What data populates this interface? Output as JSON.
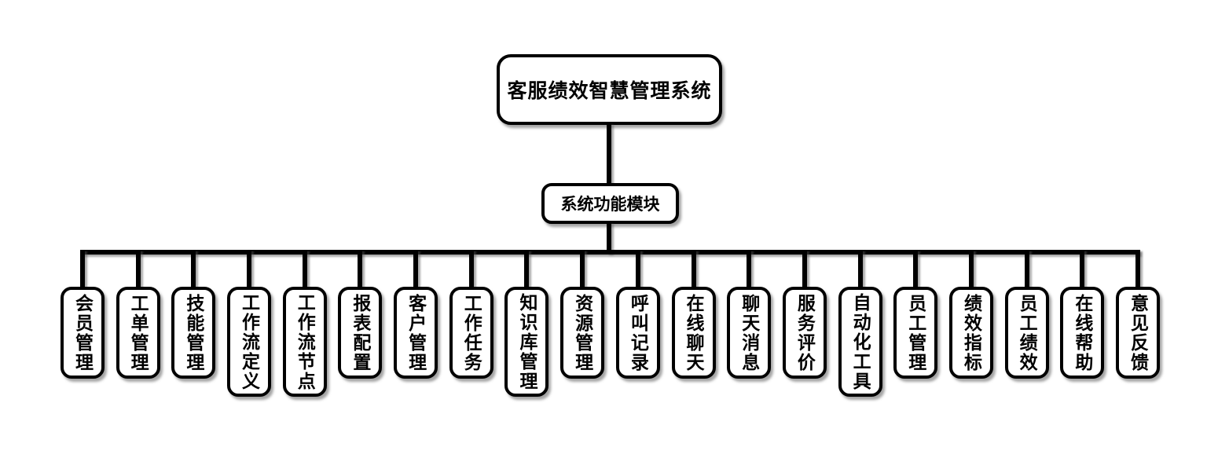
{
  "diagram": {
    "title": "客服绩效智慧管理系统",
    "root": {
      "label": "客服绩效智慧管理系统"
    },
    "hub": {
      "label": "系统功能模块"
    },
    "children": [
      "会员管理",
      "工单管理",
      "技能管理",
      "工作流定义",
      "工作流节点",
      "报表配置",
      "客户管理",
      "工作任务",
      "知识库管理",
      "资源管理",
      "呼叫记录",
      "在线聊天",
      "聊天消息",
      "服务评价",
      "自动化工具",
      "员工管理",
      "绩效指标",
      "员工绩效",
      "在线帮助",
      "意见反馈"
    ]
  },
  "colors": {
    "background": "#ffffff",
    "node_fill": "#ffffff",
    "node_border": "#000000",
    "line": "#000000",
    "text": "#000000",
    "shadow": "rgba(90,90,90,0.55)"
  }
}
